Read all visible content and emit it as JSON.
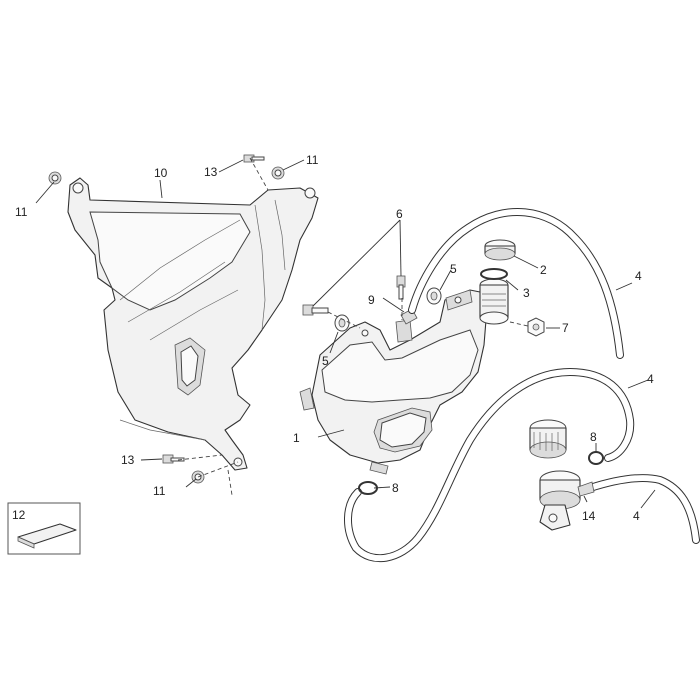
{
  "labels": {
    "n1": "1",
    "n2": "2",
    "n3": "3",
    "n4a": "4",
    "n4b": "4",
    "n4c": "4",
    "n5a": "5",
    "n5b": "5",
    "n6": "6",
    "n7": "7",
    "n8a": "8",
    "n8b": "8",
    "n9": "9",
    "n10": "10",
    "n11a": "11",
    "n11b": "11",
    "n11c": "11",
    "n12": "12",
    "n13a": "13",
    "n13b": "13",
    "n14": "14"
  }
}
